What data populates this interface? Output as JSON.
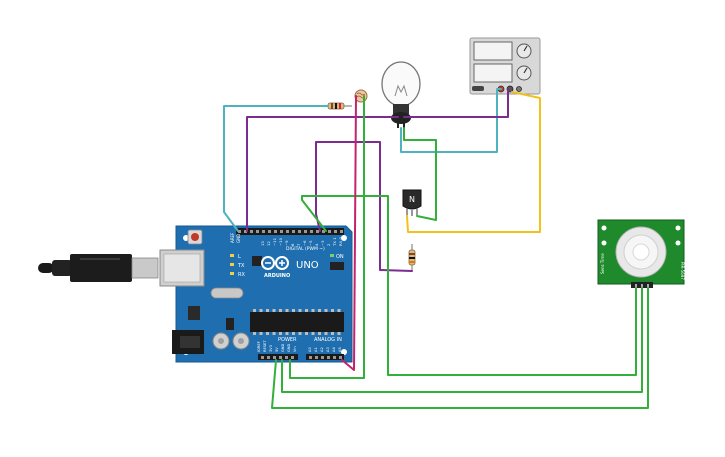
{
  "arduino": {
    "brand": "ARDUINO",
    "model": "UNO",
    "digital_label": "DIGITAL (PWM ~)",
    "power_label": "POWER",
    "analog_label": "ANALOG IN",
    "aref": "AREF",
    "gnd": "GND",
    "tx": "TX",
    "rx": "RX",
    "on": "ON",
    "l": "L",
    "power_pins": [
      "IOREF",
      "RESET",
      "3V3",
      "5V",
      "GND",
      "GND",
      "Vin"
    ],
    "analog_pins": [
      "A0",
      "A1",
      "A2",
      "A3",
      "A4",
      "A5"
    ],
    "digital_pins": [
      "13",
      "12",
      "~11",
      "~10",
      "~9",
      "8",
      "7",
      "~6",
      "~5",
      "4",
      "~3",
      "2",
      "TX 1",
      "RX 0"
    ]
  },
  "transistor": {
    "label": "N"
  },
  "pir": {
    "left_label": "Sens Time",
    "right_label": "PIR-5697"
  },
  "colors": {
    "board": "#1f6fb0",
    "board_edge": "#165a92",
    "wire_green": "#33b03a",
    "wire_purple": "#7a2d8f",
    "wire_teal": "#4fb3bf",
    "wire_yellow": "#f0c21a",
    "wire_magenta": "#c5226c",
    "pir_board": "#1e8a2c"
  }
}
